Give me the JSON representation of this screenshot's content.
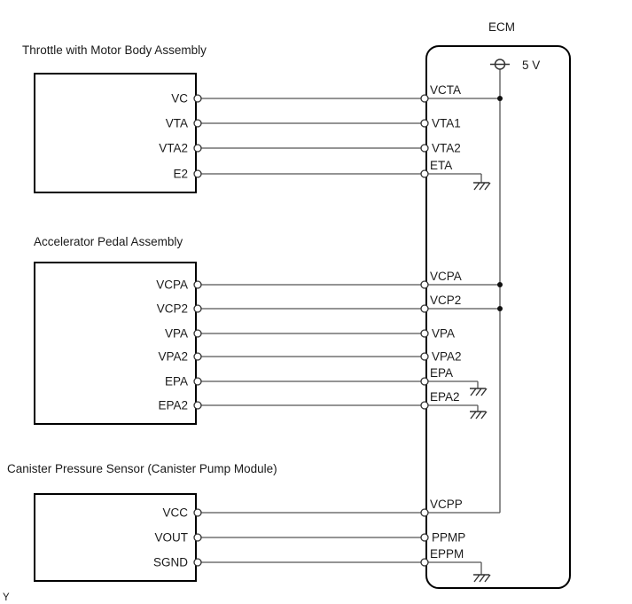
{
  "ecm": {
    "label": "ECM",
    "supply_label": "5 V"
  },
  "components": [
    {
      "label": "Throttle with Motor Body Assembly"
    },
    {
      "label": "Accelerator Pedal Assembly"
    },
    {
      "label": "Canister Pressure Sensor (Canister Pump Module)"
    }
  ],
  "rows": [
    {
      "component_pin": "VC",
      "ecm_pin": "VCTA",
      "ecm_internal": "5v-rail"
    },
    {
      "component_pin": "VTA",
      "ecm_pin": "VTA1",
      "ecm_internal": "none"
    },
    {
      "component_pin": "VTA2",
      "ecm_pin": "VTA2",
      "ecm_internal": "none"
    },
    {
      "component_pin": "E2",
      "ecm_pin": "ETA",
      "ecm_internal": "ground"
    },
    {
      "component_pin": "VCPA",
      "ecm_pin": "VCPA",
      "ecm_internal": "5v-rail"
    },
    {
      "component_pin": "VCP2",
      "ecm_pin": "VCP2",
      "ecm_internal": "5v-rail"
    },
    {
      "component_pin": "VPA",
      "ecm_pin": "VPA",
      "ecm_internal": "none"
    },
    {
      "component_pin": "VPA2",
      "ecm_pin": "VPA2",
      "ecm_internal": "none"
    },
    {
      "component_pin": "EPA",
      "ecm_pin": "EPA",
      "ecm_internal": "ground"
    },
    {
      "component_pin": "EPA2",
      "ecm_pin": "EPA2",
      "ecm_internal": "ground"
    },
    {
      "component_pin": "VCC",
      "ecm_pin": "VCPP",
      "ecm_internal": "5v-rail"
    },
    {
      "component_pin": "VOUT",
      "ecm_pin": "PPMP",
      "ecm_internal": "none"
    },
    {
      "component_pin": "SGND",
      "ecm_pin": "EPPM",
      "ecm_internal": "ground"
    }
  ],
  "footnote": "Y",
  "colors": {
    "background": "#ffffff",
    "outline": "#000000",
    "wire": "#555555",
    "text": "#1a1a1a"
  }
}
